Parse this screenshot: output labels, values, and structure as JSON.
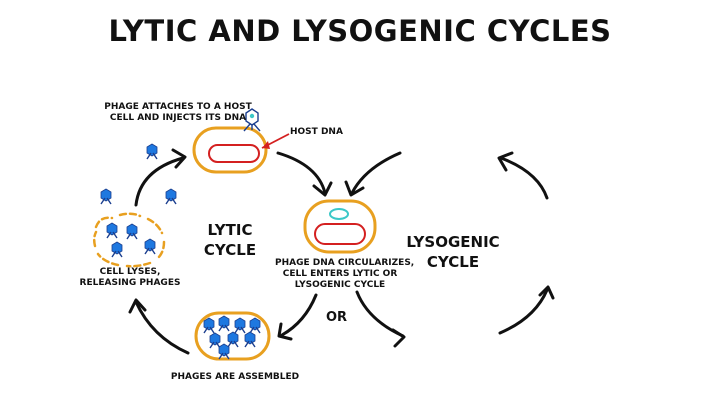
{
  "title": "LYTIC AND LYSOGENIC CYCLES",
  "labels": {
    "attach": [
      "PHAGE ATTACHES TO A HOST",
      "CELL AND INJECTS ITS DNA"
    ],
    "host_dna": "HOST DNA",
    "lysis": [
      "CELL LYSES,",
      "RELEASING PHAGES"
    ],
    "circularize": [
      "PHAGE DNA CIRCULARIZES,",
      "CELL ENTERS LYTIC OR",
      "LYSOGENIC CYCLE"
    ],
    "assembled": "PHAGES ARE ASSEMBLED",
    "or": "OR"
  },
  "cycles": {
    "lytic": [
      "LYTIC",
      "CYCLE"
    ],
    "lysogenic": [
      "LYSOGENIC",
      "CYCLE"
    ]
  },
  "colors": {
    "cell_membrane": "#e8a020",
    "host_dna": "#d42020",
    "phage_dna": "#3cc8c8",
    "phage": "#1e78e0",
    "arrow": "#111111"
  }
}
